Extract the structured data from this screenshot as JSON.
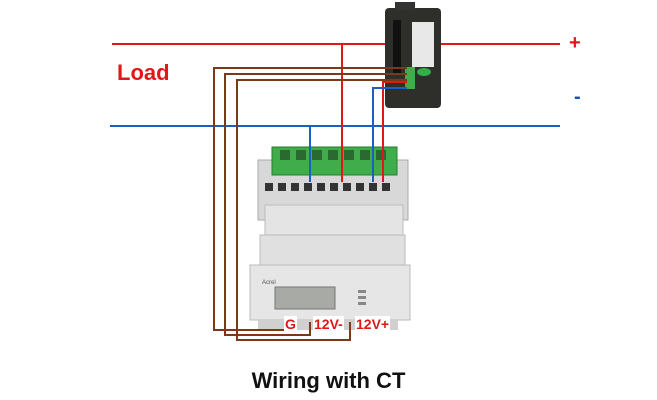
{
  "labels": {
    "positive": "+",
    "negative": "-",
    "load": "Load",
    "terminal_g": "G",
    "terminal_12v_minus": "12V-",
    "terminal_12v_plus": "12V+"
  },
  "caption": "Wiring with CT",
  "meter_brand": "Acrel",
  "colors": {
    "positive_wire": "#e01818",
    "negative_wire": "#1a5fc8",
    "supply_wire": "#7a3a1a",
    "terminal_block": "#3fae4a",
    "meter_body": "#dcdcdc",
    "ct_body": "#2e2e2a"
  }
}
